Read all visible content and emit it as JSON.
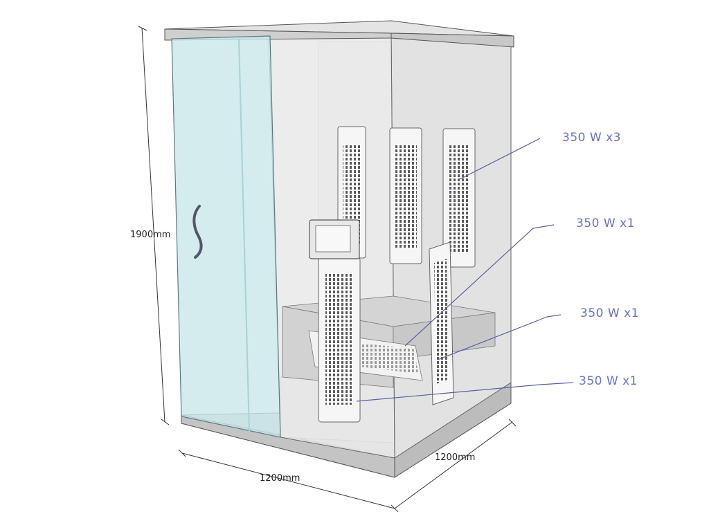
{
  "colors": {
    "label": "#6b73b8",
    "leader": "#5a5fa0",
    "glass": "#c9e7ea",
    "frame": "#d8d8d8",
    "interior": "#e6e6e6",
    "heater": "#5a5a5a",
    "outline": "#555555"
  },
  "dimensions": {
    "height": "1900mm",
    "width": "1200mm",
    "depth": "1200mm"
  },
  "heater_labels": [
    {
      "text": "350 W x3"
    },
    {
      "text": "350 W x1"
    },
    {
      "text": "350 W x1"
    },
    {
      "text": "350 W x1"
    }
  ],
  "icons": {
    "door_handle": "door-handle-icon",
    "control_panel": "control-panel-icon"
  }
}
